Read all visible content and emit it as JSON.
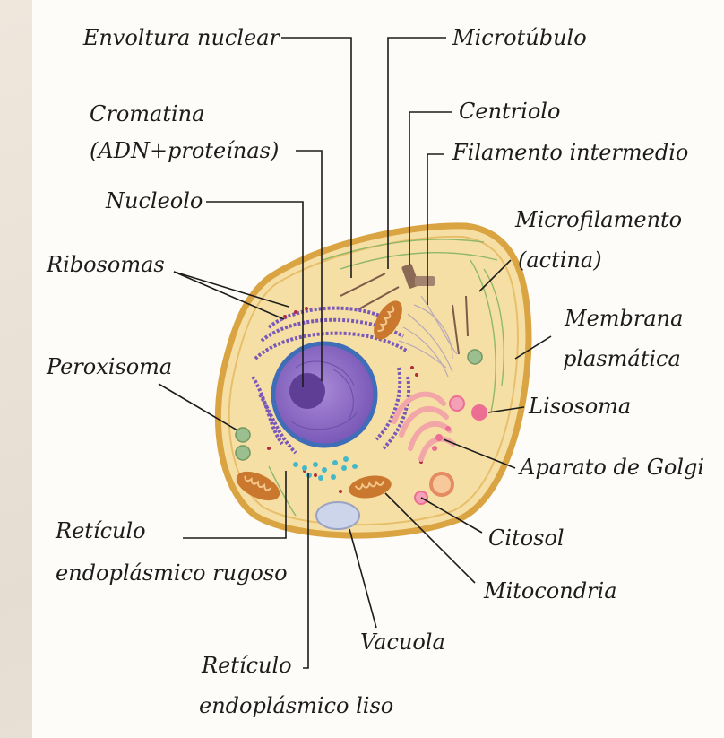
{
  "labels": {
    "envoltura_nuclear": "Envoltura nuclear",
    "microtubulo": "Microtúbulo",
    "cromatina_1": "Cromatina",
    "cromatina_2": "(ADN+proteínas)",
    "centriolo": "Centriolo",
    "filamento_intermedio": "Filamento intermedio",
    "nucleolo": "Nucleolo",
    "microfilamento_1": "Microfilamento",
    "microfilamento_2": "(actina)",
    "ribosomas": "Ribosomas",
    "membrana_1": "Membrana",
    "membrana_2": "plasmática",
    "peroxisoma": "Peroxisoma",
    "lisosoma": "Lisosoma",
    "golgi": "Aparato de Golgi",
    "rer_1": "Retículo",
    "rer_2": "endoplásmico rugoso",
    "citosol": "Citosol",
    "mitocondria": "Mitocondria",
    "vacuola": "Vacuola",
    "rel_1": "Retículo",
    "rel_2": "endoplásmico liso"
  },
  "colors": {
    "membrane": "#d9a441",
    "cytoplasm": "#f6dfa5",
    "nucleus": "#8f6cc4",
    "nucleolus": "#5f3f95",
    "rough_er": "#7a58b8",
    "golgi": "#f2a6a8",
    "mitochondria": "#c9782d",
    "lysosome": "#ec6f93",
    "smooth_er": "#45b8c8",
    "vacuole": "#cdd5ea",
    "peroxisome": "#9cbf8f",
    "cytoskeleton": "#8a6a55"
  }
}
